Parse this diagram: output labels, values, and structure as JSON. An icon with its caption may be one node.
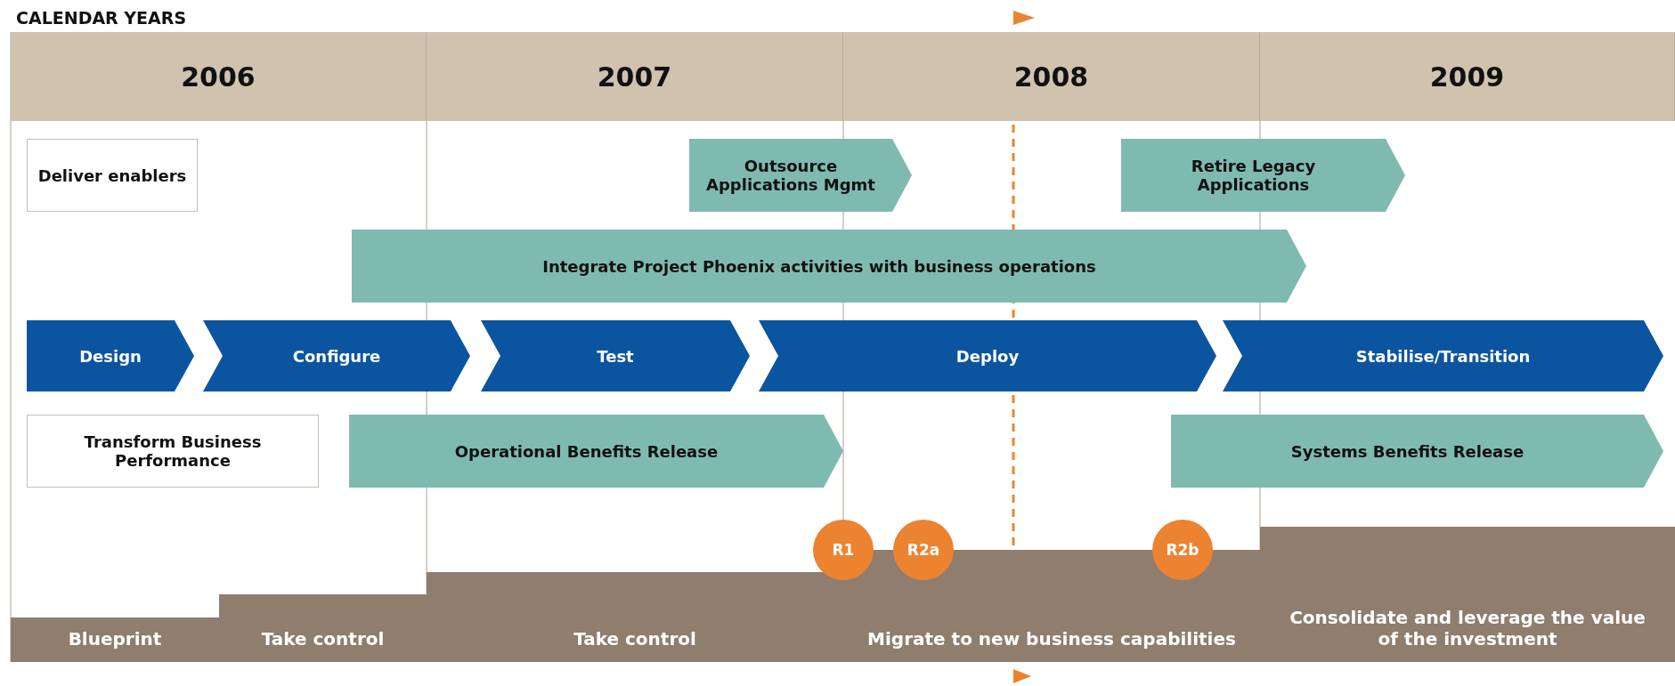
{
  "diagram": {
    "nodes": [
      {
        "text": [
          "2006"
        ]
      },
      {
        "text": [
          "2007"
        ]
      },
      {
        "text": [
          "2008"
        ]
      },
      {
        "text": [
          "2009"
        ]
      },
      {
        "text": [
          "Deliver enablers"
        ]
      },
      {
        "text": [
          "Outsource Applications Mgmt"
        ]
      },
      {
        "text": [
          "Retire Legacy Applications"
        ]
      },
      {
        "text": [
          "Integrate Project Phoenix activities with business operations"
        ]
      },
      {
        "text": [
          "Design"
        ]
      },
      {
        "text": [
          "Configure"
        ]
      },
      {
        "text": [
          "Test"
        ]
      },
      {
        "text": [
          "Deploy"
        ]
      },
      {
        "text": [
          "Stabilise/Transition"
        ]
      },
      {
        "text": [
          "Transform Business Performance"
        ]
      },
      {
        "text": [
          "Operational Benefits Release"
        ]
      },
      {
        "text": [
          "Systems Benefits Release"
        ]
      },
      {
        "text": [
          "R1"
        ]
      },
      {
        "text": [
          "R2a"
        ]
      },
      {
        "text": [
          "R2b"
        ]
      },
      {
        "text": [
          "Blueprint"
        ]
      },
      {
        "text": [
          "Take control"
        ]
      },
      {
        "text": [
          "Take control"
        ]
      },
      {
        "text": [
          "Migrate to new business capabilities"
        ]
      },
      {
        "text": [
          "Consolidate and leverage the value of the investment"
        ]
      }
    ],
    "edges": [],
    "labels": [
      "CALENDAR YEARS"
    ]
  }
}
